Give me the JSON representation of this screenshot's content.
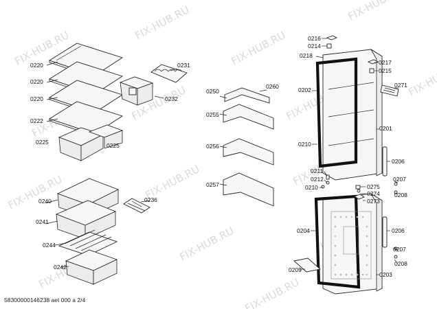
{
  "watermark": "FIX-HUB.RU",
  "footer": "58300000146238 aet 000 a 2/4",
  "labels": {
    "p0220": "0220",
    "p0222": "0222",
    "p0225": "0225",
    "p0231": "0231",
    "p0232": "0232",
    "p0236": "0236",
    "p0240": "0240",
    "p0241": "0241",
    "p0242": "0242",
    "p0244": "0244",
    "p0250": "0250",
    "p0255": "0255",
    "p0256": "0256",
    "p0257": "0257",
    "p0260": "0260",
    "p0202": "0202",
    "p0201": "0201",
    "p0203": "0203",
    "p0204": "0204",
    "p0206": "0206",
    "p0207": "0207",
    "p0208": "0208",
    "p0209": "0209",
    "p0210": "0210",
    "p0211": "0211",
    "p0212": "0212",
    "p0214": "0214",
    "p0215": "0215",
    "p0216": "0216",
    "p0217": "0217",
    "p0218": "0218",
    "p0271": "0271",
    "p0273": "0273",
    "p0274": "0274",
    "p0275": "0275"
  }
}
